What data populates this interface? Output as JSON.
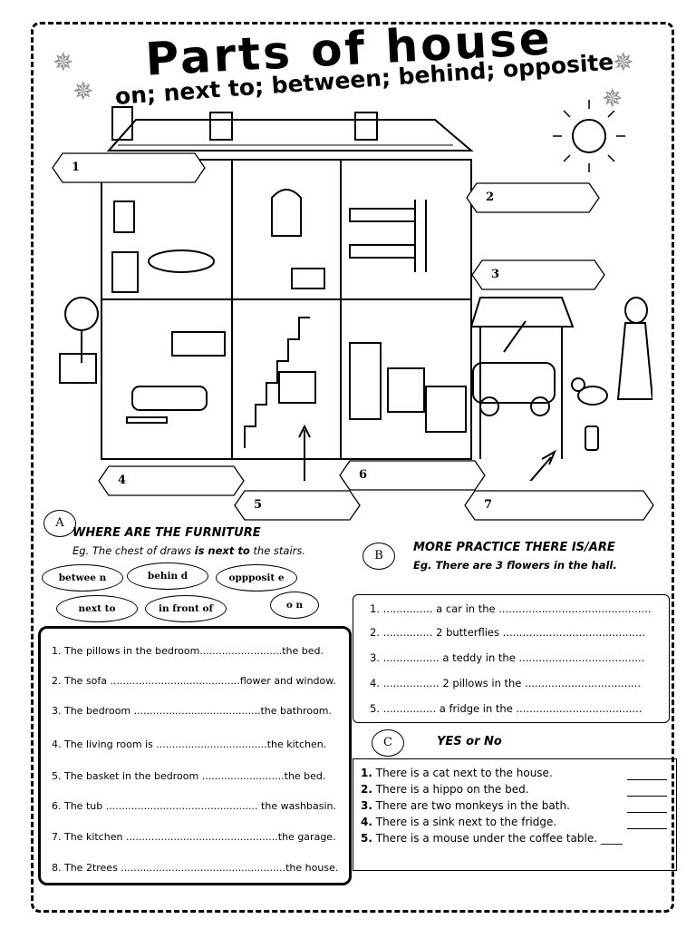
{
  "title": "Parts of house",
  "subtitle": "on; next to; between; behind; opposite",
  "house_labels": [
    "1",
    "2",
    "3",
    "4",
    "5",
    "6",
    "7"
  ],
  "sectionA": {
    "badge": "A",
    "heading": "WHERE ARE THE FURNITURE",
    "example_pre": "Eg. The chest of draws ",
    "example_bold": "is next to",
    "example_post": " the stairs.",
    "clouds": [
      "betwee n",
      "behin d",
      "oppposit e",
      "next to",
      "in front of",
      "o n"
    ],
    "items": [
      "1.  The pillows in the bedroom..........................the bed.",
      "2.  The sofa .........................................flower and window.",
      "3.  The bedroom ........................................the bathroom.",
      "4.  The living room is   ...................................the kitchen.",
      "5.  The basket in the bedroom ..........................the bed.",
      "6.  The tub ................................................ the washbasin.",
      "7.  The kitchen ................................................the garage.",
      "8.  The 2trees ....................................................the house."
    ]
  },
  "sectionB": {
    "badge": "B",
    "heading": "MORE PRACTICE THERE IS/ARE",
    "example": "Eg. There are 3 flowers in the hall.",
    "items": [
      "1.   ............... a car in the ..............................................",
      "2.   ............... 2 butterflies ...........................................",
      "3.   ................. a teddy in the ......................................",
      "4.   ................. 2 pillows in the ...................................",
      "5.   ................ a fridge in the  ......................................"
    ]
  },
  "sectionC": {
    "badge": "C",
    "heading": "YES or No",
    "items": [
      {
        "num": "1.",
        "text": "There is a cat next to the house."
      },
      {
        "num": "2.",
        "text": "There is a hippo on the bed."
      },
      {
        "num": "3.",
        "text": "There are two monkeys in the bath."
      },
      {
        "num": "4.",
        "text": "There is a sink next to the fridge."
      },
      {
        "num": "5.",
        "text": "There is a mouse under the coffee table. ____"
      }
    ]
  }
}
